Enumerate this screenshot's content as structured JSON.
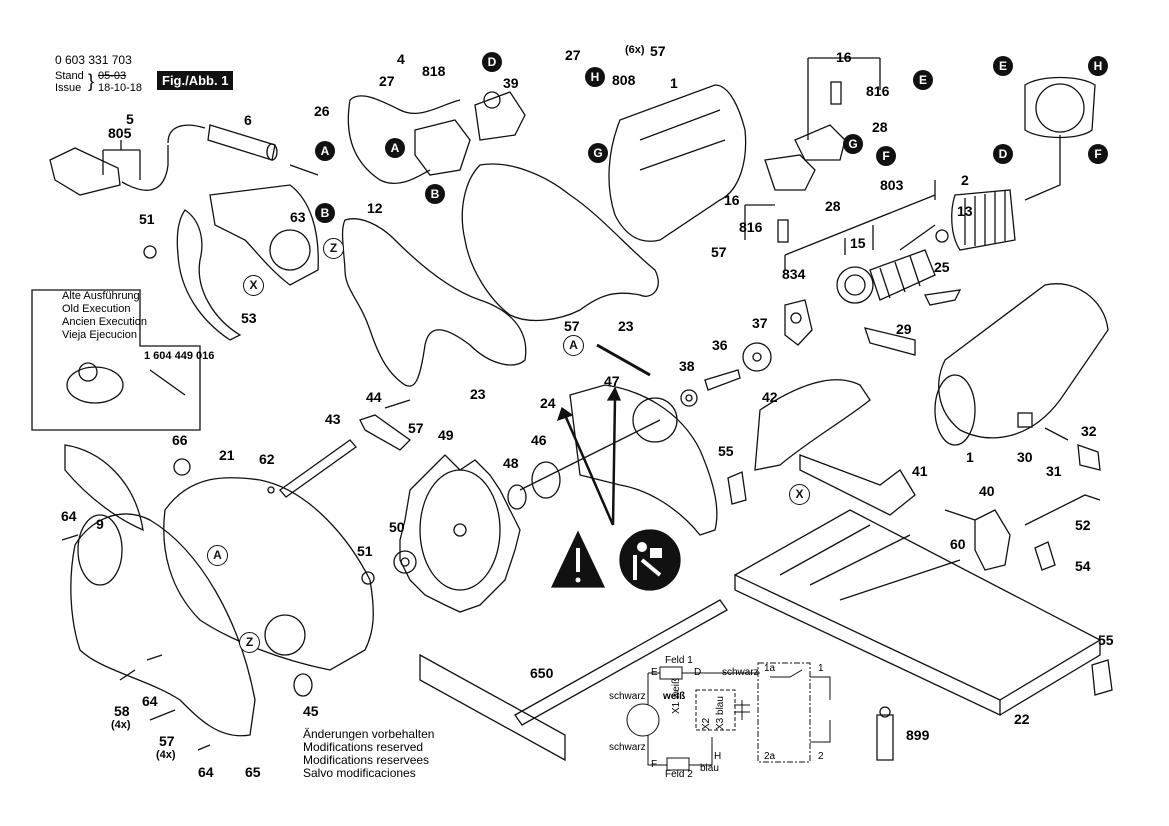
{
  "header": {
    "part_number": "0 603 331 703",
    "stand_label": "Stand",
    "issue_label": "Issue",
    "old_date": "05-03",
    "issue_date": "18-10-18",
    "figure_tag": "Fig./Abb. 1"
  },
  "old_execution": {
    "lines": [
      "Alte Ausführung",
      "Old Execution",
      "Ancien Execution",
      "Vieja Ejecucion"
    ],
    "part_number": "1 604 449 016"
  },
  "modifications_note": {
    "lines": [
      "Änderungen vorbehalten",
      "Modifications reserved",
      "Modifications reservees",
      "Salvo modificaciones"
    ]
  },
  "part_labels": {
    "p1a": "1",
    "p1b": "1",
    "p2": "2",
    "p4": "4",
    "p5": "5",
    "p6": "6",
    "p9": "9",
    "p12": "12",
    "p13": "13",
    "p15": "15",
    "p16a": "16",
    "p16b": "16",
    "p21": "21",
    "p22": "22",
    "p23a": "23",
    "p23b": "23",
    "p24": "24",
    "p25": "25",
    "p26": "26",
    "p27a": "27",
    "p27b": "27",
    "p28a": "28",
    "p28b": "28",
    "p29": "29",
    "p30": "30",
    "p31": "31",
    "p32": "32",
    "p36": "36",
    "p37": "37",
    "p38": "38",
    "p39": "39",
    "p40": "40",
    "p41": "41",
    "p42": "42",
    "p43": "43",
    "p44": "44",
    "p45": "45",
    "p46": "46",
    "p47": "47",
    "p48": "48",
    "p49": "49",
    "p50": "50",
    "p51a": "51",
    "p51b": "51",
    "p52": "52",
    "p53": "53",
    "p54": "54",
    "p55a": "55",
    "p55b": "55",
    "p57a": "57",
    "p57b": "57",
    "p57c": "57",
    "p57d": "57",
    "p57e": "57",
    "p57_qty": "(6x)",
    "p57f_qty": "(4x)",
    "p58": "58",
    "p58_qty": "(4x)",
    "p60": "60",
    "p62": "62",
    "p63": "63",
    "p64a": "64",
    "p64b": "64",
    "p64c": "64",
    "p65": "65",
    "p66": "66",
    "p650": "650",
    "p803": "803",
    "p805": "805",
    "p808": "808",
    "p816a": "816",
    "p816b": "816",
    "p818": "818",
    "p834": "834",
    "p899": "899"
  },
  "connector_markers": {
    "A1": "A",
    "A2": "A",
    "B1": "B",
    "B2": "B",
    "D1": "D",
    "D2": "D",
    "E1": "E",
    "E2": "E",
    "F1": "F",
    "F2": "F",
    "G1": "G",
    "G2": "G",
    "H1": "H",
    "H2": "H",
    "ringA1": "A",
    "ringA2": "A",
    "ringX1": "X",
    "ringX2": "X",
    "ringZ1": "Z",
    "ringZ2": "Z"
  },
  "wiring": {
    "feld1": "Feld 1",
    "feld2": "Feld 2",
    "E": "E",
    "D": "D",
    "F": "F",
    "H": "H",
    "schwarz_top": "schwarz",
    "schwarz_motor_top": "schwarz",
    "schwarz_motor_bottom": "schwarz",
    "weiss": "weiß",
    "x1": "X1 weiß",
    "x2": "X2",
    "x3": "X3 blau",
    "blau": "blau",
    "t1a": "1a",
    "t1": "1",
    "t2a": "2a",
    "t2": "2"
  },
  "safety_icons": [
    "warning-triangle",
    "read-manual"
  ]
}
